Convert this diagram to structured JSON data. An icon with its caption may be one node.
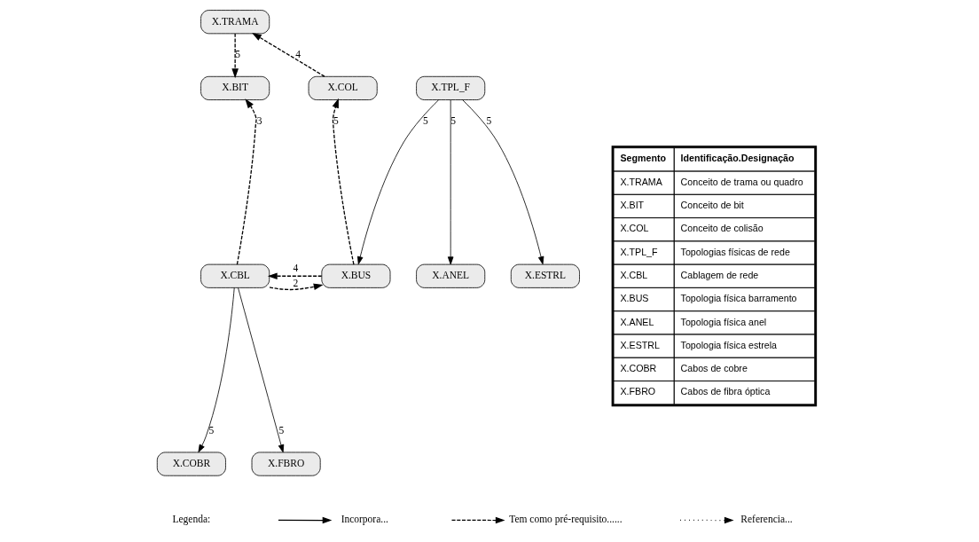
{
  "diagram": {
    "nodes": [
      {
        "text": [
          "X.TRAMA"
        ]
      },
      {
        "text": [
          "X.BIT"
        ]
      },
      {
        "text": [
          "X.COL"
        ]
      },
      {
        "text": [
          "X.TPL_F"
        ]
      },
      {
        "text": [
          "X.CBL"
        ]
      },
      {
        "text": [
          "X.BUS"
        ]
      },
      {
        "text": [
          "X.ANEL"
        ]
      },
      {
        "text": [
          "X.ESTRL"
        ]
      },
      {
        "text": [
          "X.COBR"
        ]
      },
      {
        "text": [
          "X.FBRO"
        ]
      }
    ],
    "edges": [
      {
        "from": 0,
        "to": 1,
        "arrow": "to",
        "label": "5",
        "style": "dashed"
      },
      {
        "from": 2,
        "to": 0,
        "arrow": "to",
        "label": "4",
        "style": "dashed"
      },
      {
        "from": 3,
        "to": 5,
        "arrow": "to",
        "label": "5"
      },
      {
        "from": 3,
        "to": 6,
        "arrow": "to",
        "label": "5"
      },
      {
        "from": 3,
        "to": 7,
        "arrow": "to",
        "label": "5"
      },
      {
        "from": 4,
        "to": 1,
        "arrow": "to",
        "label": "3",
        "style": "dashed"
      },
      {
        "from": 5,
        "to": 2,
        "arrow": "to",
        "label": "5",
        "style": "dashed"
      },
      {
        "from": 5,
        "to": 4,
        "arrow": "to",
        "label": "4",
        "style": "dashed"
      },
      {
        "from": 4,
        "to": 5,
        "arrow": "to",
        "label": "2",
        "style": "dashed"
      },
      {
        "from": 4,
        "to": 8,
        "arrow": "to",
        "label": "5"
      },
      {
        "from": 4,
        "to": 9,
        "arrow": "to",
        "label": "5"
      }
    ],
    "labels": [
      "Segmento",
      "Identificação.Designação",
      "X.TRAMA",
      "Conceito de trama ou quadro",
      "X.BIT",
      "Conceito de bit",
      "X.COL",
      "Conceito de colisão",
      "X.TPL_F",
      "Topologias físicas de rede",
      "X.CBL",
      "Cablagem de rede",
      "X.BUS",
      "Topologia física barramento",
      "X.ANEL",
      "Topologia física anel",
      "X.ESTRL",
      "Topologia física estrela",
      "X.COBR",
      "Cabos de cobre",
      "X.FBRO",
      "Cabos de fibra óptica",
      "Legenda:"
    ],
    "legend": [
      {
        "text": "Incorpora..."
      },
      {
        "text": "Tem como pré-requisito......"
      },
      {
        "text": "Referencia..."
      }
    ]
  }
}
